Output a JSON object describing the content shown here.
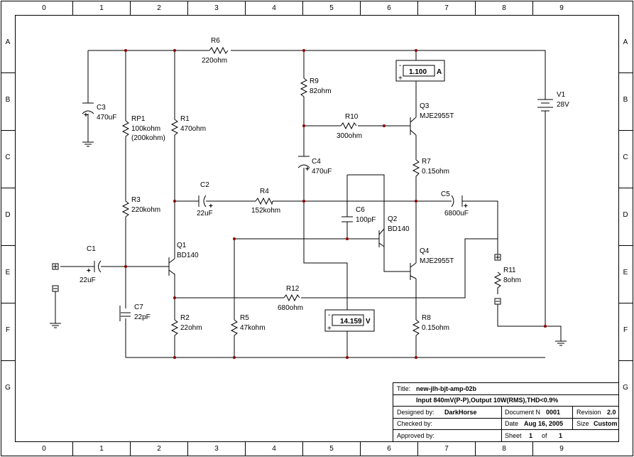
{
  "grid": {
    "columns": [
      "0",
      "1",
      "2",
      "3",
      "4",
      "5",
      "6",
      "7",
      "8",
      "9"
    ],
    "rows": [
      "A",
      "B",
      "C",
      "D",
      "E",
      "F",
      "G"
    ]
  },
  "components": {
    "R6": {
      "name": "R6",
      "value": "220ohm"
    },
    "R9": {
      "name": "R9",
      "value": "82ohm"
    },
    "R10": {
      "name": "R10",
      "value": "300ohm"
    },
    "R1": {
      "name": "R1",
      "value": "470ohm"
    },
    "RP1": {
      "name": "RP1",
      "value": "100kohm",
      "value2": "(200kohm)"
    },
    "R3": {
      "name": "R3",
      "value": "220kohm"
    },
    "R4": {
      "name": "R4",
      "value": "152kohm"
    },
    "R7": {
      "name": "R7",
      "value": "0.15ohm"
    },
    "R8": {
      "name": "R8",
      "value": "0.15ohm"
    },
    "R2": {
      "name": "R2",
      "value": "22ohm"
    },
    "R5": {
      "name": "R5",
      "value": "47kohm"
    },
    "R11": {
      "name": "R11",
      "value": "8ohm"
    },
    "R12": {
      "name": "R12",
      "value": "680ohm"
    },
    "C1": {
      "name": "C1",
      "value": "22uF"
    },
    "C2": {
      "name": "C2",
      "value": "22uF"
    },
    "C3": {
      "name": "C3",
      "value": "470uF"
    },
    "C4": {
      "name": "C4",
      "value": "470uF"
    },
    "C5": {
      "name": "C5",
      "value": "6800uF"
    },
    "C6": {
      "name": "C6",
      "value": "100pF"
    },
    "C7": {
      "name": "C7",
      "value": "22pF"
    },
    "Q1": {
      "name": "Q1",
      "value": "BD140"
    },
    "Q2": {
      "name": "Q2",
      "value": "BD140"
    },
    "Q3": {
      "name": "Q3",
      "value": "MJE2955T"
    },
    "Q4": {
      "name": "Q4",
      "value": "MJE2955T"
    },
    "V1": {
      "name": "V1",
      "value": "28V"
    }
  },
  "meters": {
    "ammeter": {
      "value": "1.100",
      "unit": "A",
      "minus": "-",
      "plus": "+"
    },
    "voltmeter": {
      "value": "14.159",
      "unit": "V",
      "minus": "-",
      "plus": "+"
    }
  },
  "title_block": {
    "title_label": "Title:",
    "title": "new-jlh-bjt-amp-02b",
    "description": "Input 840mV(P-P),Output 10W(RMS),THD<0.9%",
    "designed_label": "Designed by:",
    "designed": "DarkHorse",
    "docn_label": "Document N",
    "docn": "0001",
    "revision_label": "Revision",
    "revision": "2.0",
    "checked_label": "Checked by:",
    "date_label": "Date",
    "date": "Aug 16, 2005",
    "size_label": "Size",
    "size": "Custom",
    "approved_label": "Approved by:",
    "sheet_label": "Sheet",
    "sheet": "1",
    "of_label": "of",
    "sheets": "1"
  }
}
